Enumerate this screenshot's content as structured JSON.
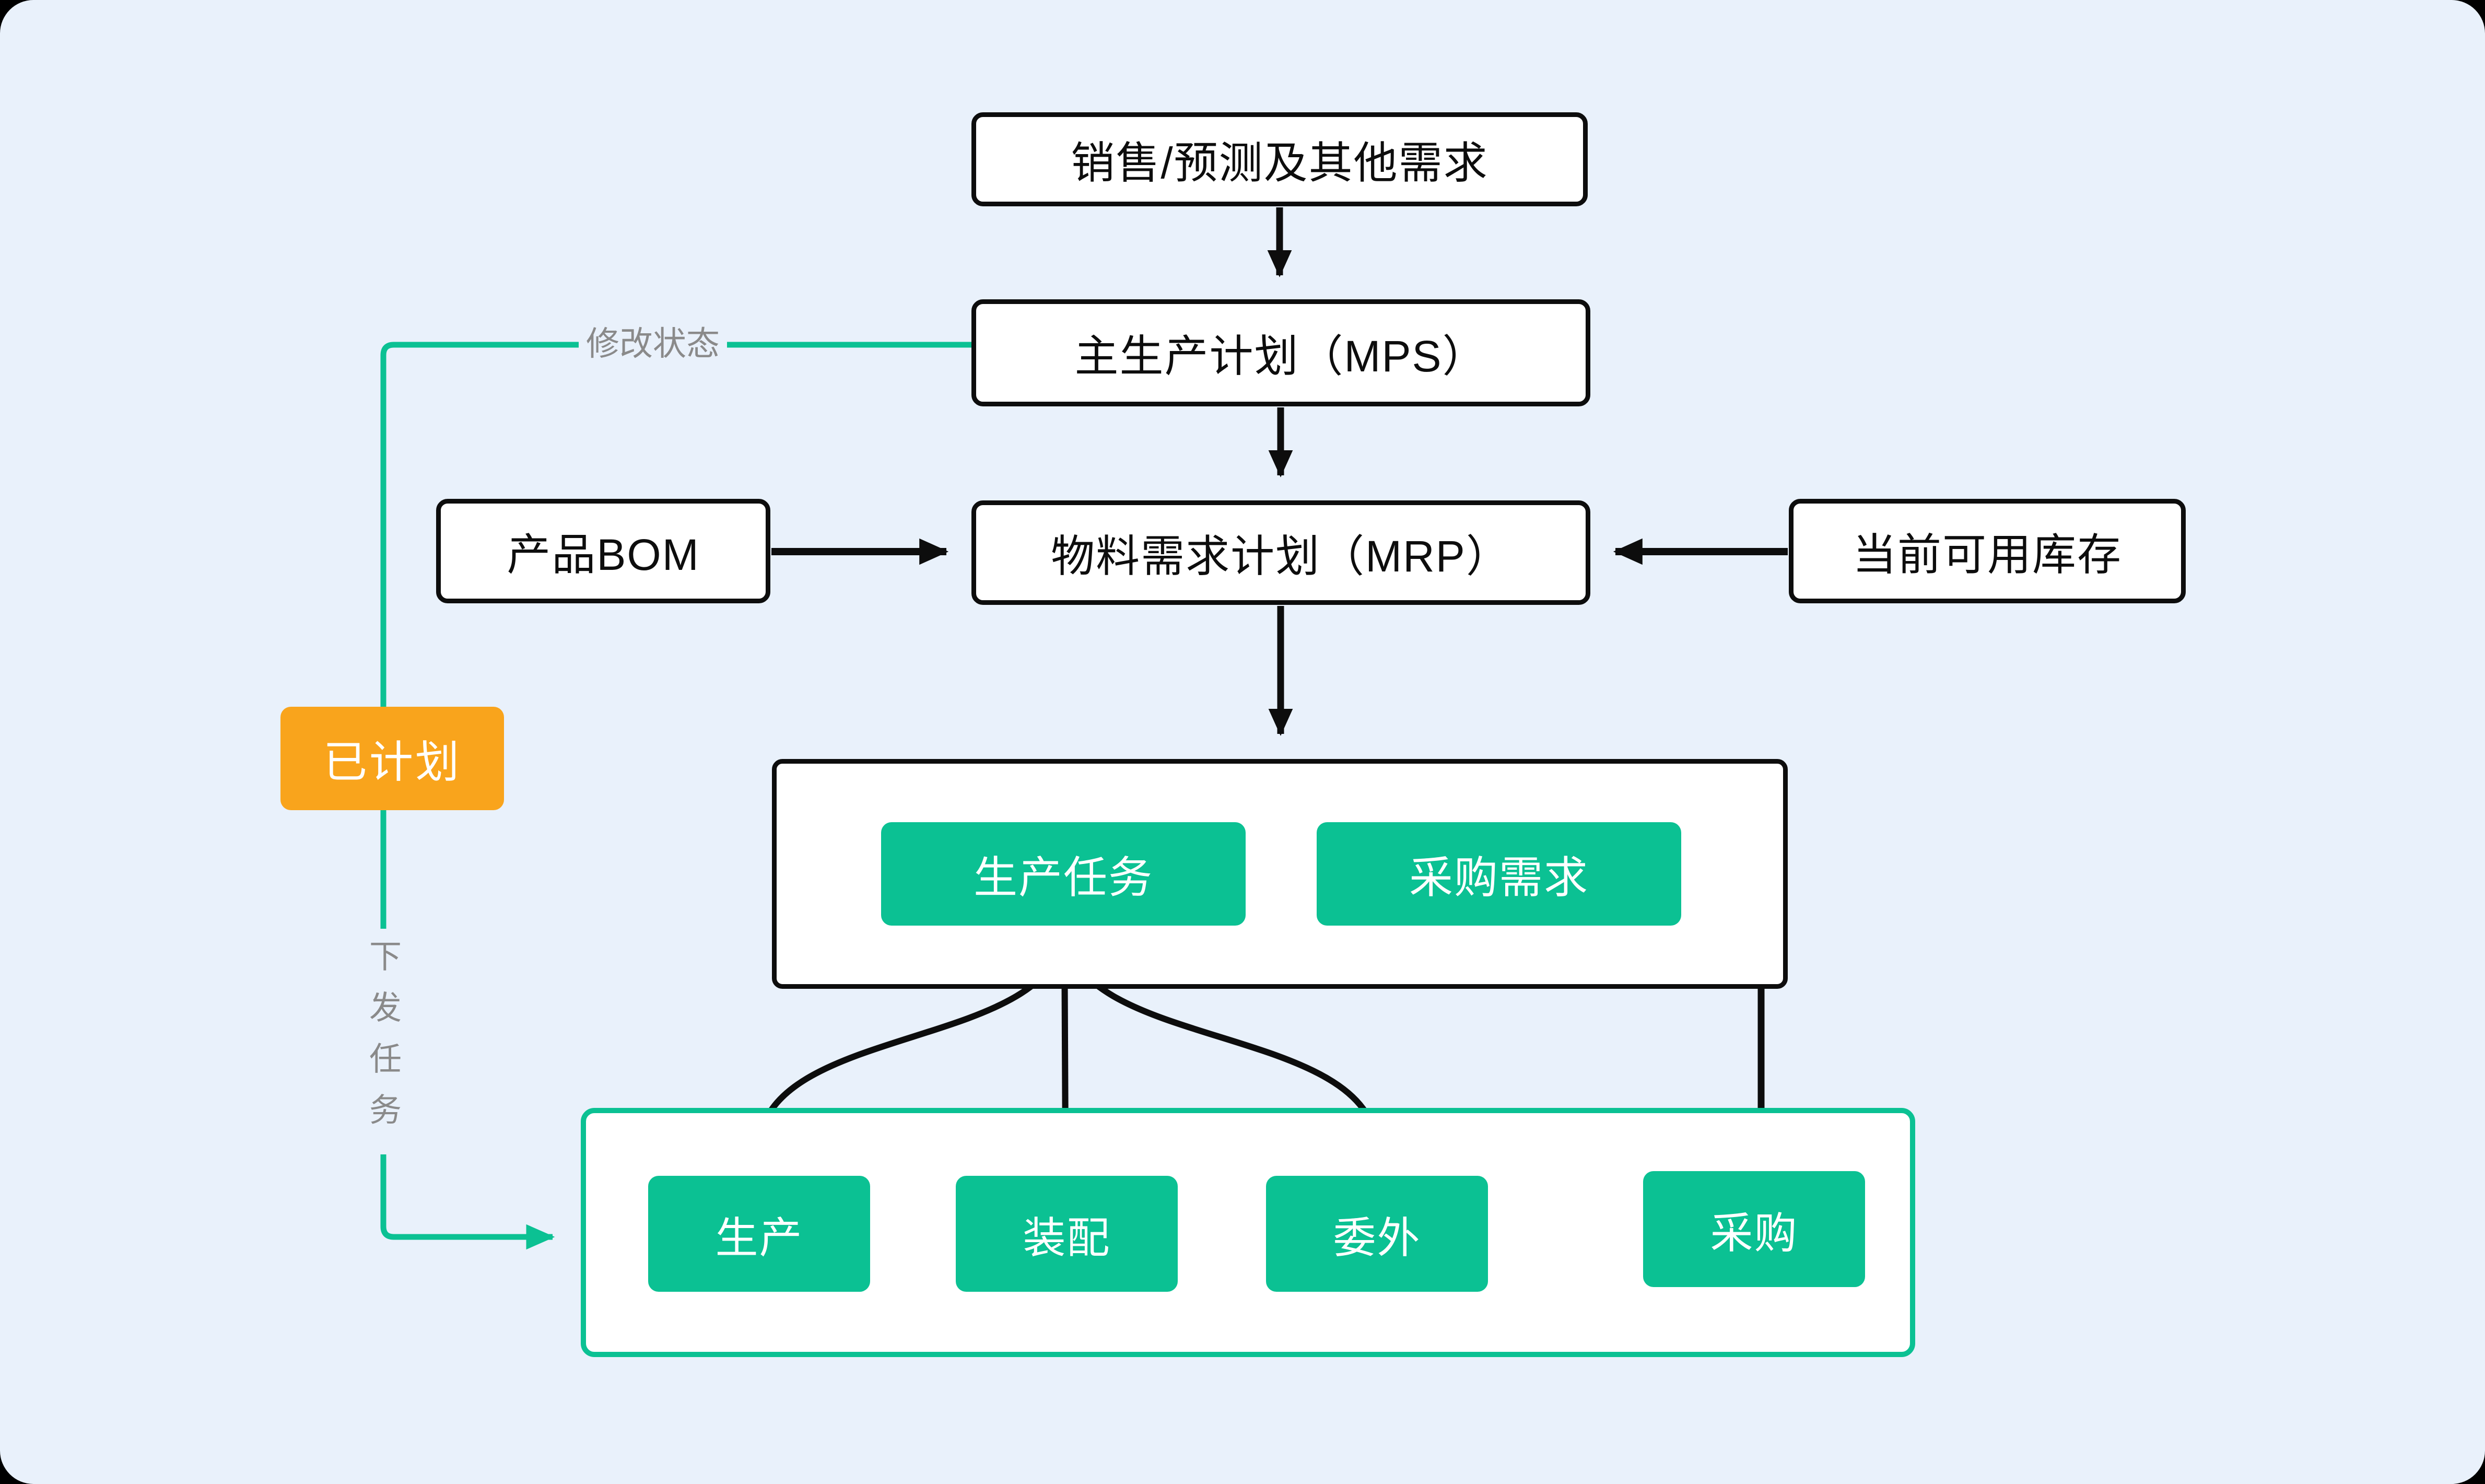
{
  "diagram_title": "MPS/MRP production planning flow",
  "colors": {
    "canvas_bg": "#E9F1FB",
    "outside_bg": "#000000",
    "box_border_black": "#0D0D0D",
    "accent_green": "#0BC193",
    "status_orange": "#F9A41C",
    "edge_label_gray": "#8A8A8A",
    "box_fill_white": "#FFFFFF",
    "box_text_white": "#FFFFFF"
  },
  "nodes": {
    "sales": {
      "label": "销售/预测及其他需求"
    },
    "mps": {
      "label": "主生产计划（MPS）"
    },
    "mrp": {
      "label": "物料需求计划（MRP）"
    },
    "bom": {
      "label": "产品BOM"
    },
    "stock": {
      "label": "当前可用库存"
    },
    "production_task": {
      "label": "生产任务"
    },
    "purchase_request": {
      "label": "采购需求"
    },
    "production": {
      "label": "生产"
    },
    "assembly": {
      "label": "装配"
    },
    "outsourcing": {
      "label": "委外"
    },
    "purchase": {
      "label": "采购"
    },
    "planned_status": {
      "label": "已计划"
    }
  },
  "edge_labels": {
    "modify_status": "修改状态",
    "dispatch_tasks": "下发任务"
  },
  "edges": [
    {
      "from": "sales",
      "to": "mps",
      "style": "black-arrow"
    },
    {
      "from": "mps",
      "to": "mrp",
      "style": "black-arrow"
    },
    {
      "from": "bom",
      "to": "mrp",
      "style": "black-arrow"
    },
    {
      "from": "stock",
      "to": "mrp",
      "style": "black-arrow"
    },
    {
      "from": "mrp",
      "to": "frame-tasks",
      "style": "black-arrow"
    },
    {
      "from": "production_task",
      "to": "production",
      "style": "black-arrow-curved"
    },
    {
      "from": "production_task",
      "to": "assembly",
      "style": "black-arrow"
    },
    {
      "from": "production_task",
      "to": "outsourcing",
      "style": "black-arrow-curved"
    },
    {
      "from": "purchase_request",
      "to": "purchase",
      "style": "black-arrow-elbow"
    },
    {
      "from": "mps",
      "to": "frame-execution",
      "style": "green-arrow-elbow",
      "labels": [
        "修改状态",
        "已计划",
        "下发任务"
      ]
    }
  ]
}
